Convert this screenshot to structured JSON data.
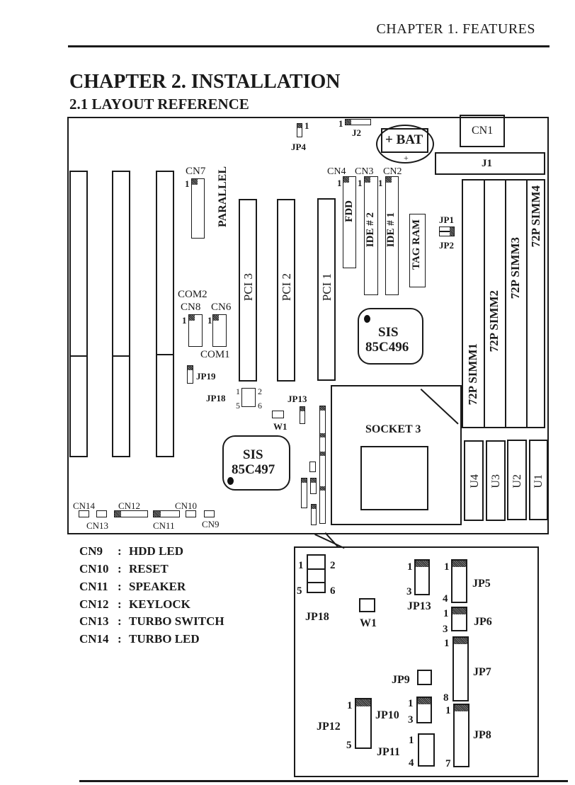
{
  "page": {
    "running_header": "CHAPTER 1. FEATURES",
    "chapter_title": "CHAPTER 2. INSTALLATION",
    "section_title": "2.1 LAYOUT REFERENCE"
  },
  "board": {
    "battery": "+ BAT",
    "battery_plus": "+",
    "connectors": {
      "cn1": "CN1",
      "j1": "J1",
      "j2": "J2",
      "j2_pin": "1",
      "jp4": "JP4",
      "jp4_pin": "1",
      "cn7": "CN7",
      "cn7_pin": "1",
      "parallel": "PARALLEL",
      "cn4": "CN4",
      "cn3": "CN3",
      "cn2": "CN2",
      "cn4_pin": "1",
      "cn3_pin": "1",
      "cn2_pin": "1",
      "fdd": "FDD",
      "ide2": "IDE # 2",
      "ide1": "IDE # 1",
      "tag_ram": "TAG RAM",
      "jp1": "JP1",
      "jp2": "JP2",
      "com2": "COM2",
      "com1": "COM1",
      "cn8": "CN8",
      "cn6": "CN6",
      "cn8_pin": "1",
      "cn6_pin": "1",
      "jp19": "JP19",
      "jp18": "JP18",
      "jp18_pins": [
        "1",
        "2",
        "5",
        "6"
      ],
      "jp13": "JP13",
      "w1": "W1",
      "cn14": "CN14",
      "cn13": "CN13",
      "cn12": "CN12",
      "cn11": "CN11",
      "cn10": "CN10",
      "cn9": "CN9"
    },
    "pci_slots": [
      "PCI 3",
      "PCI 2",
      "PCI 1"
    ],
    "simm_slots": [
      "72P SIMM1",
      "72P SIMM2",
      "72P SIMM3",
      "72P SIMM4"
    ],
    "chips": [
      {
        "name": "SIS",
        "model": "85C496"
      },
      {
        "name": "SIS",
        "model": "85C497"
      }
    ],
    "socket": "SOCKET 3",
    "cache_chips": [
      "U4",
      "U3",
      "U2",
      "U1"
    ]
  },
  "legend": [
    {
      "key": "CN9",
      "sep": ":",
      "value": "HDD LED"
    },
    {
      "key": "CN10",
      "sep": ":",
      "value": "RESET"
    },
    {
      "key": "CN11",
      "sep": ":",
      "value": "SPEAKER"
    },
    {
      "key": "CN12",
      "sep": ":",
      "value": "KEYLOCK"
    },
    {
      "key": "CN13",
      "sep": ":",
      "value": "TURBO SWITCH"
    },
    {
      "key": "CN14",
      "sep": ":",
      "value": "TURBO LED"
    }
  ],
  "detail": {
    "jp18": "JP18",
    "jp18_pins": [
      "1",
      "2",
      "5",
      "6"
    ],
    "w1": "W1",
    "jp13": "JP13",
    "jp13_pins": [
      "1",
      "3"
    ],
    "jp5": "JP5",
    "jp5_pins": [
      "1",
      "4"
    ],
    "jp6": "JP6",
    "jp6_pins": [
      "1",
      "3"
    ],
    "jp7": "JP7",
    "jp7_pins": [
      "1",
      "8"
    ],
    "jp8": "JP8",
    "jp8_pins": [
      "1",
      "7"
    ],
    "jp9": "JP9",
    "jp10": "JP10",
    "jp10_pins": [
      "1",
      "3"
    ],
    "jp11": "JP11",
    "jp11_pins": [
      "1",
      "4"
    ],
    "jp12": "JP12",
    "jp12_pins": [
      "1",
      "5"
    ]
  }
}
